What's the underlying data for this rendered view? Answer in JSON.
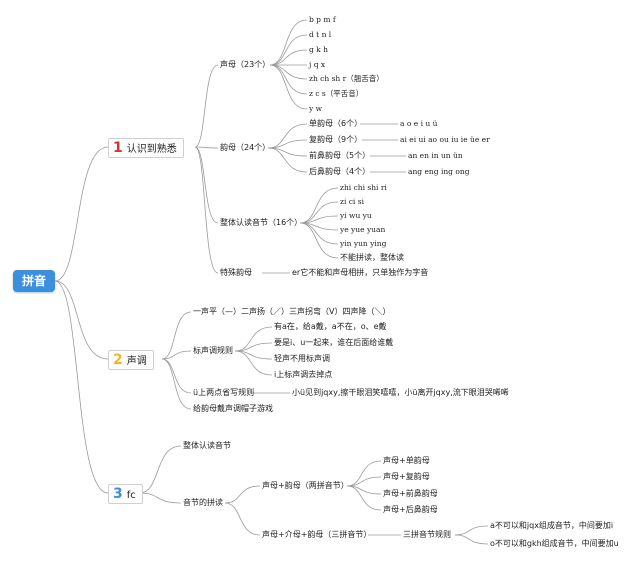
{
  "root": "拼音",
  "branches": [
    {
      "num": "1",
      "label": "认识到熟悉",
      "num_color": "#d9312c",
      "groups": [
        {
          "label": "声母（23个）",
          "items": [
            "b p m f",
            "d t n l",
            "g k h",
            "j q x",
            "zh ch sh r（翘舌音）",
            "z c s（平舌音）",
            "y w"
          ]
        },
        {
          "label": "韵母（24个）",
          "items": [
            {
              "label": "单韵母（6个）",
              "detail": "a o e i u ü"
            },
            {
              "label": "复韵母（9个）",
              "detail": "ai ei ui ao ou iu ie üe er"
            },
            {
              "label": "前鼻韵母（5个）",
              "detail": "an en in un ün"
            },
            {
              "label": "后鼻韵母（4个）",
              "detail": "ang eng ing ong"
            }
          ]
        },
        {
          "label": "整体认读音节（16个）",
          "items": [
            "zhi chi shi ri",
            "zi ci si",
            "yi wu yu",
            "ye yue yuan",
            "yin yun ying",
            "不能拼读，整体读"
          ]
        },
        {
          "label": "特殊韵母",
          "detail": "er它不能和声母相拼，只单独作为字音"
        }
      ]
    },
    {
      "num": "2",
      "label": "声调",
      "num_color": "#f0b62b",
      "groups": [
        {
          "label": "一声平（—）二声扬（／）三声拐弯（V）四声降（＼）"
        },
        {
          "label": "标声调规则",
          "items": [
            "有a在，给a戴，a不在，o、e戴",
            "要是i、u一起来，谁在后面给谁戴",
            "轻声不用标声调",
            "i上标声调去掉点"
          ]
        },
        {
          "label": "ü上两点省写规则",
          "detail": "小ü见到jqxy,擦干眼泪笑嘻嘻，小ü离开jqxy,流下眼泪哭唏唏"
        },
        {
          "label": "给韵母戴声调帽子游戏"
        }
      ]
    },
    {
      "num": "3",
      "label": "fc",
      "num_color": "#3b8fdc",
      "groups": [
        {
          "label": "整体认读音节"
        },
        {
          "label": "音节的拼读",
          "items": [
            {
              "label": "声母+韵母（两拼音节）",
              "items": [
                "声母+单韵母",
                "声母+复韵母",
                "声母+前鼻韵母",
                "声母+后鼻韵母"
              ]
            },
            {
              "label": "声母+介母+韵母（三拼音节）",
              "items": [
                {
                  "label": "三拼音节规则",
                  "items": [
                    "a不可以和jqx组成音节，中间要加i",
                    "o不可以和gkh组成音节，中间要加u"
                  ]
                }
              ]
            }
          ]
        }
      ]
    }
  ]
}
